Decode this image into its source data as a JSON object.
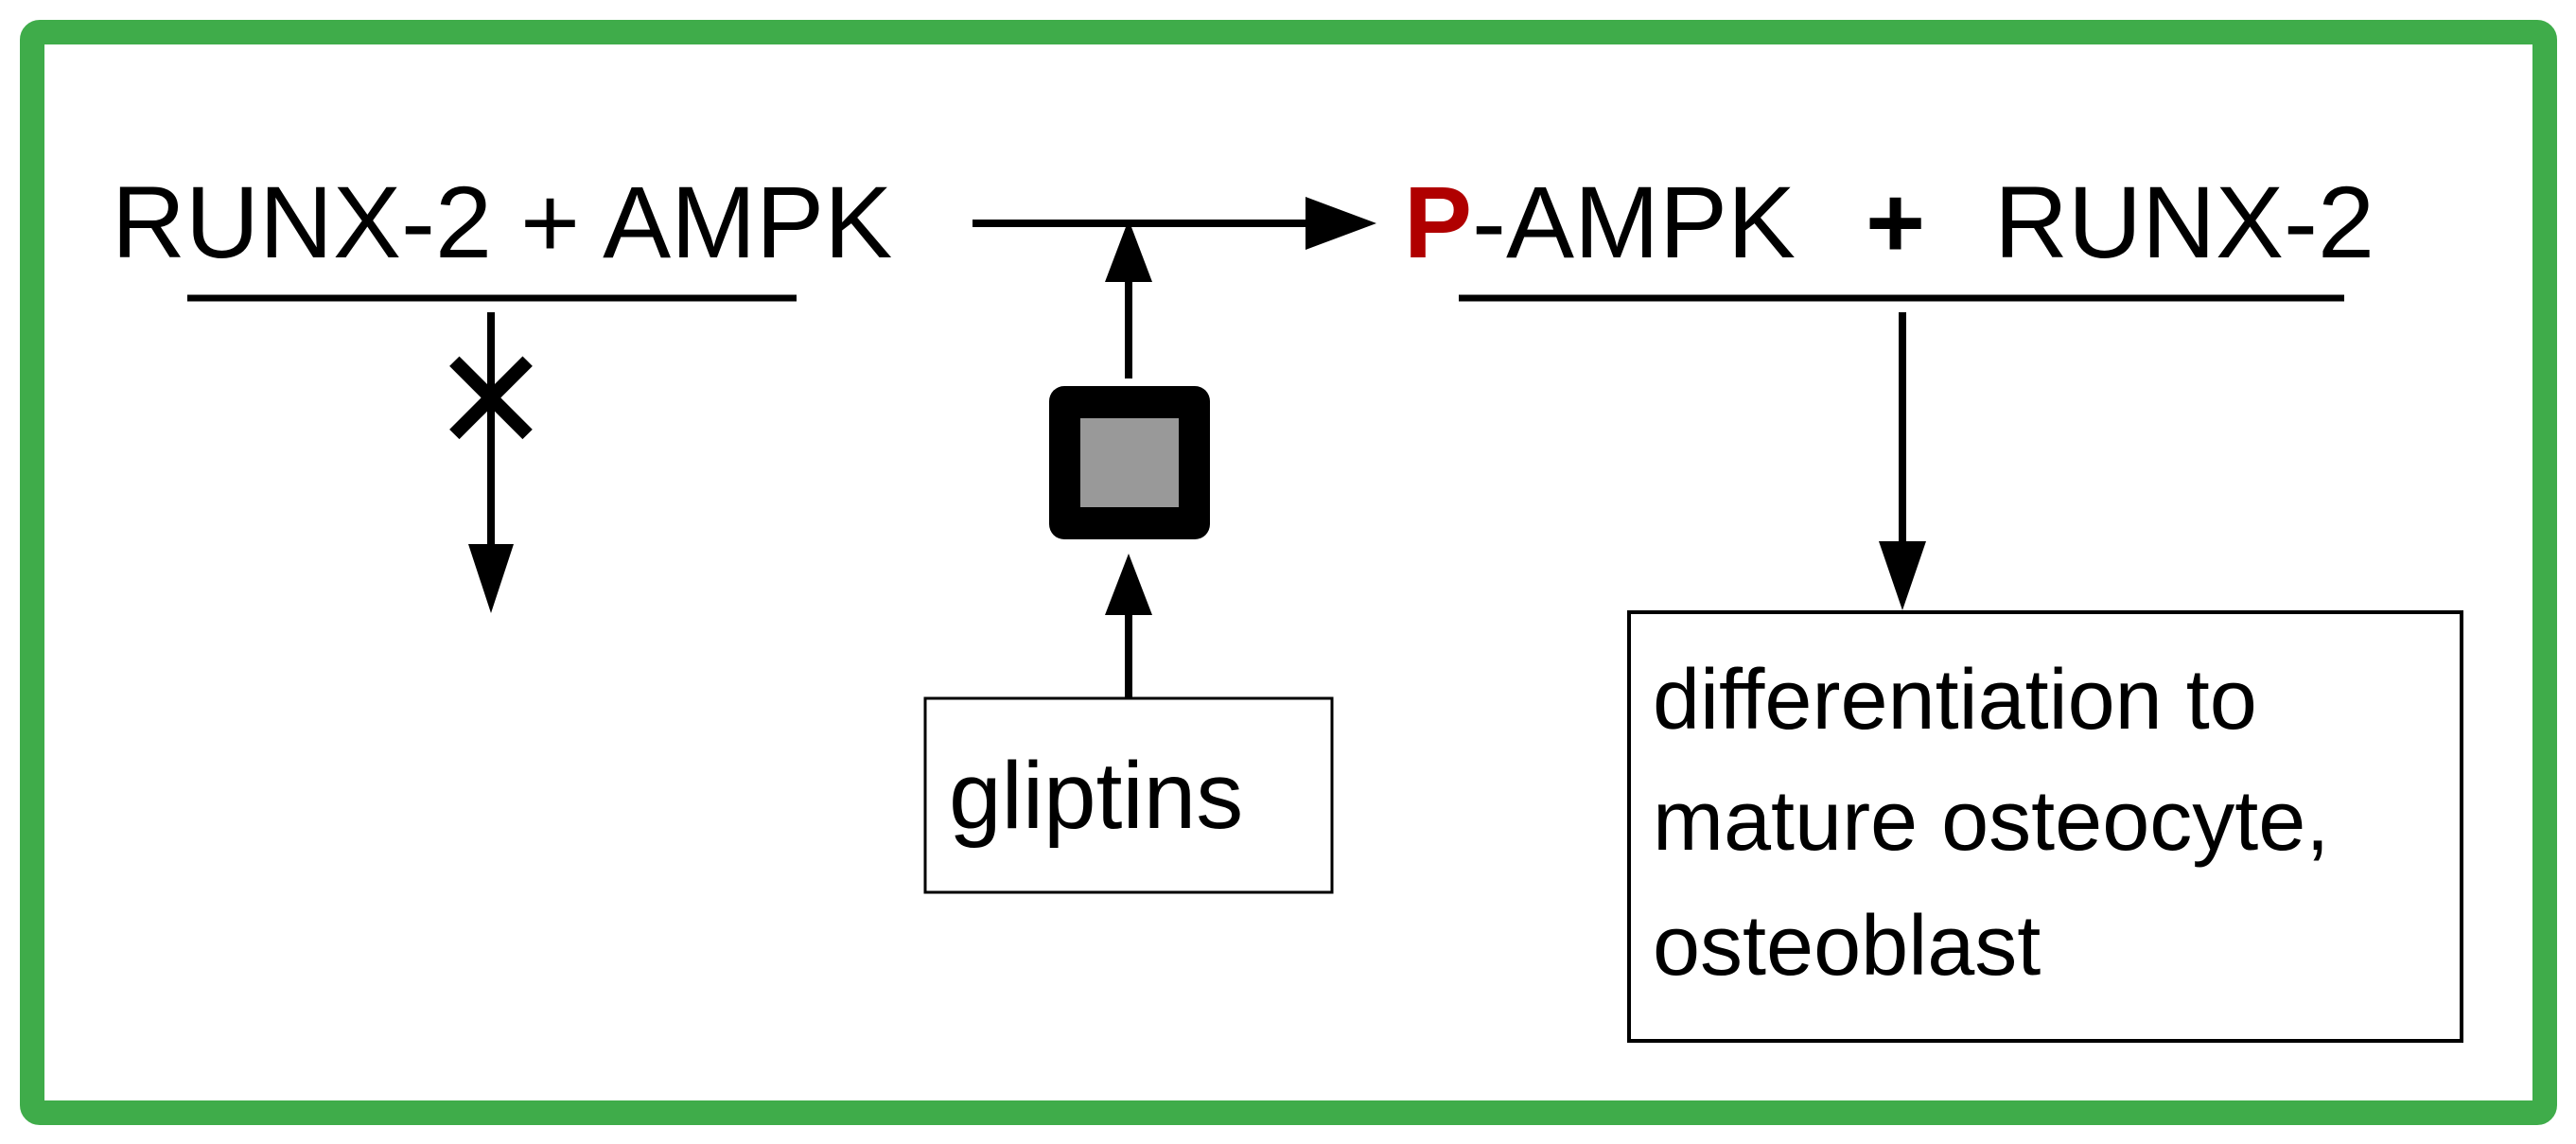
{
  "diagram": {
    "left_complex": "RUNX-2 + AMPK",
    "right_prefix": "P",
    "right_ampk": "-AMPK",
    "right_plus": "+",
    "right_runx": "RUNX-2",
    "blocked_mark": "✕",
    "gliptins_label": "gliptins",
    "outcome_lines": [
      "differentiation to",
      "mature osteocyte,",
      "osteoblast"
    ]
  },
  "colors": {
    "frame_border": "#3fac4a",
    "phospho_red": "#b00000",
    "ink": "#000000",
    "enzyme_fill": "#999999"
  }
}
